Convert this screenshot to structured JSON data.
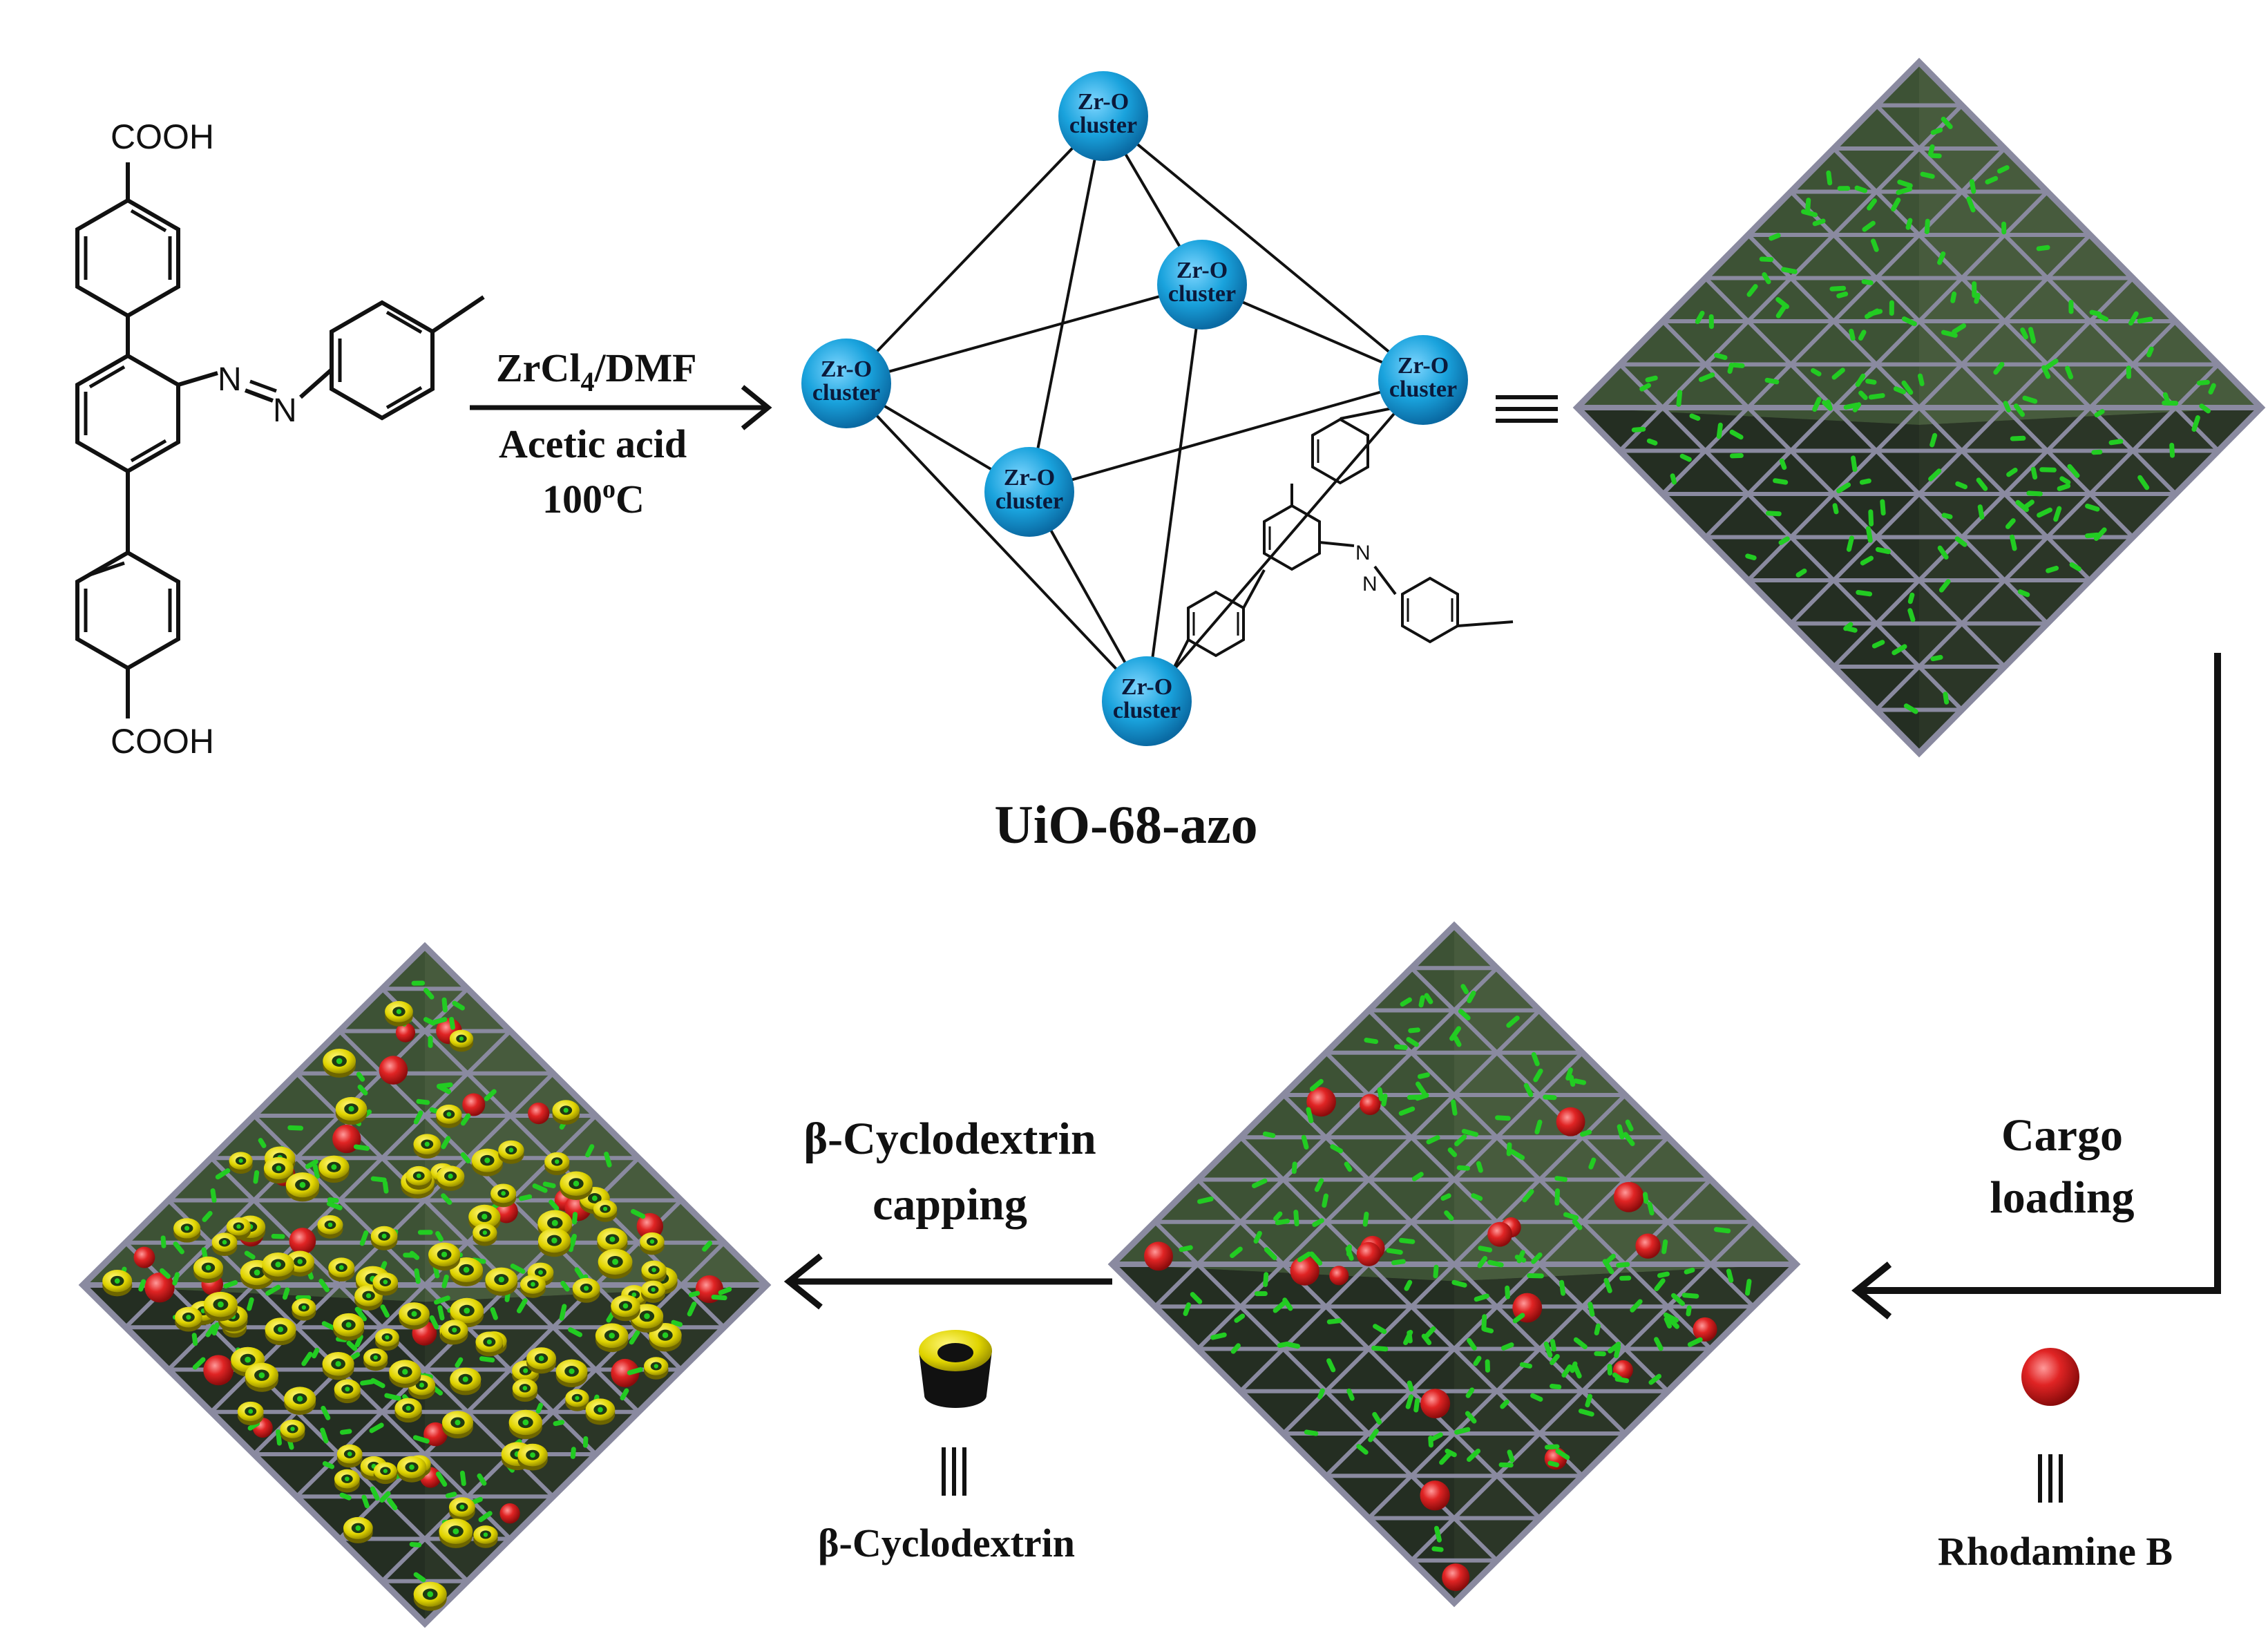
{
  "linker": {
    "top_group": "COOH",
    "bottom_group": "COOH",
    "azo_n1": "N",
    "azo_n2": "N"
  },
  "reaction": {
    "reagent_main": "ZrCl",
    "reagent_sub": "4",
    "reagent_rest": "/DMF",
    "condition_1": "Acetic acid",
    "condition_2": "100",
    "condition_2_sup": "o",
    "condition_2_rest": "C"
  },
  "framework": {
    "node_label_line1": "Zr-O",
    "node_label_line2": "cluster",
    "name": "UiO-68-azo",
    "node_color": "#1aa3dd",
    "edge_color": "#1a1a1a"
  },
  "steps": {
    "cargo_line1": "Cargo",
    "cargo_line2": "loading",
    "capping_line1": "β-Cyclodextrin",
    "capping_line2": "capping"
  },
  "legend": {
    "rhodamine": "Rhodamine B",
    "cyclodextrin": "β-Cyclodextrin",
    "equiv_symbol": "|||",
    "equiv_horizontal": "≡"
  },
  "colors": {
    "lattice": "#8a8aa0",
    "linker_green": "#22cc22",
    "cargo_red": "#dd2222",
    "cd_yellow": "#e0d400"
  }
}
